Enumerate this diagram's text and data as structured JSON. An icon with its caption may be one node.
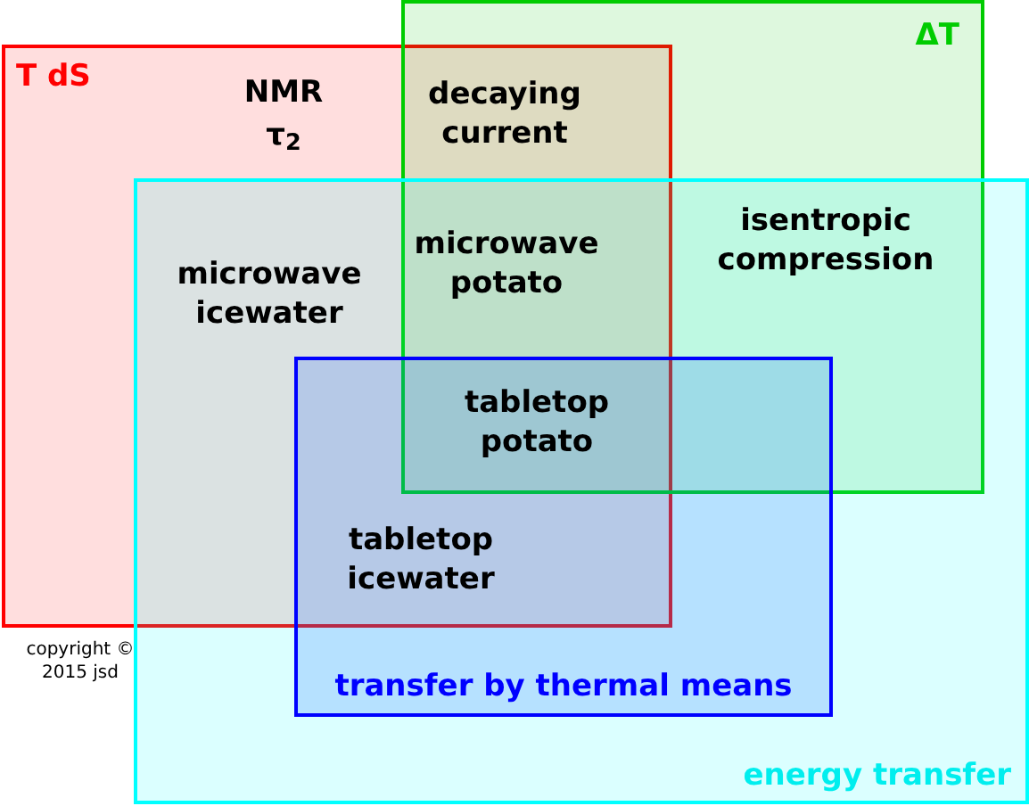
{
  "diagram": {
    "nodes": [
      {
        "text": [
          "T dS"
        ]
      },
      {
        "text": [
          "ΔT"
        ]
      },
      {
        "text": [
          "energy transfer"
        ]
      },
      {
        "text": [
          "transfer by thermal means"
        ],
        "in": 2
      }
    ],
    "labels": [
      "NMR τ$_{2}$",
      "decaying current",
      "isentropic compression",
      "microwave icewater",
      "microwave potato",
      "tabletop potato",
      "tabletop icewater",
      "copyright © 2015 jsd"
    ]
  }
}
